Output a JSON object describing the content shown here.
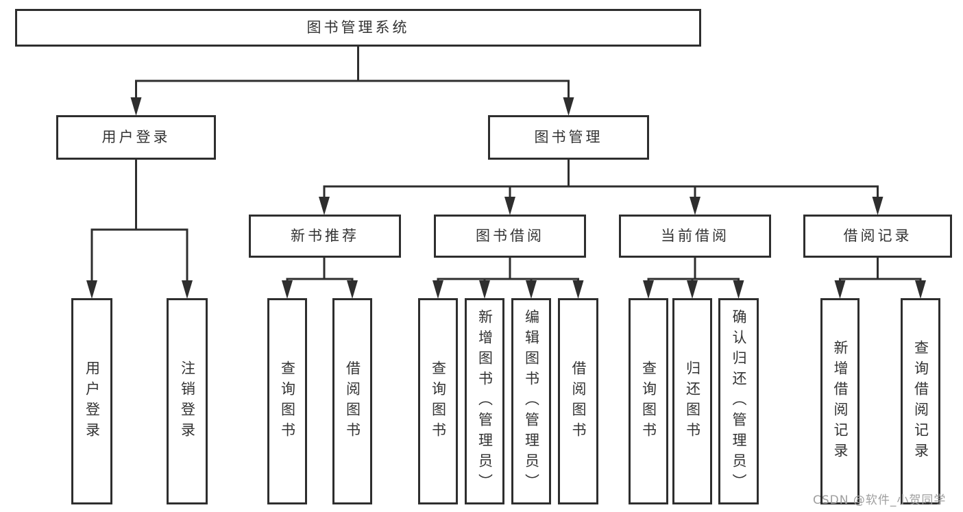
{
  "nodes": {
    "root": {
      "label": "图书管理系统"
    },
    "level2": [
      {
        "label": "用户登录"
      },
      {
        "label": "图书管理"
      }
    ],
    "level3": [
      {
        "label": "新书推荐"
      },
      {
        "label": "图书借阅"
      },
      {
        "label": "当前借阅"
      },
      {
        "label": "借阅记录"
      }
    ],
    "leaves": [
      {
        "label": "用户登录"
      },
      {
        "label": "注销登录"
      },
      {
        "label": "查询图书"
      },
      {
        "label": "借阅图书"
      },
      {
        "label": "查询图书"
      },
      {
        "label": "新增图书（管理员）"
      },
      {
        "label": "编辑图书（管理员）"
      },
      {
        "label": "借阅图书"
      },
      {
        "label": "查询图书"
      },
      {
        "label": "归还图书"
      },
      {
        "label": "确认归还（管理员）"
      },
      {
        "label": "新增借阅记录"
      },
      {
        "label": "查询借阅记录"
      }
    ]
  },
  "watermark": {
    "text": "CSDN @软件_小贺同学"
  },
  "colors": {
    "line": "#2e2e2e",
    "text": "#333333",
    "watermark": "#9e9e9e",
    "background": "#ffffff"
  }
}
